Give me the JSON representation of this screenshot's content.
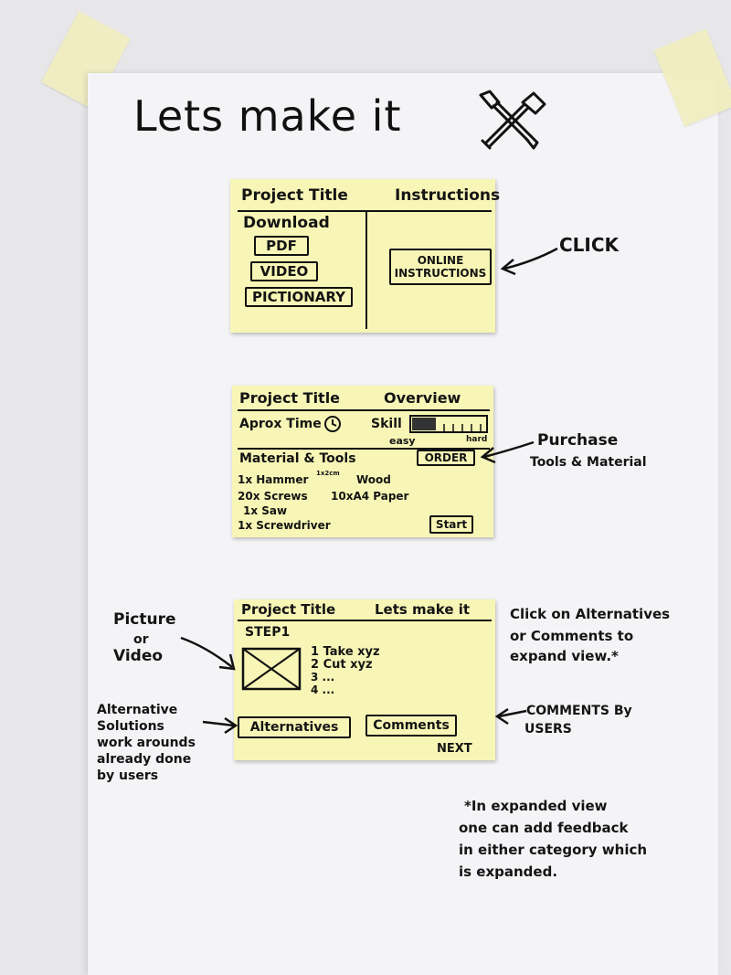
{
  "page": {
    "title": "Lets make it"
  },
  "note1": {
    "left_title": "Project Title",
    "right_title": "Instructions",
    "download_label": "Download",
    "pdf_button": "PDF",
    "video_button": "VIDEO",
    "pictionary_button": "PICTIONARY",
    "online_button_line1": "ONLINE",
    "online_button_line2": "INSTRUCTIONS"
  },
  "note2": {
    "left_title": "Project Title",
    "right_title": "Overview",
    "time_label": "Aprox Time",
    "skill_label": "Skill",
    "skill_easy": "easy",
    "skill_hard": "hard",
    "materials_label": "Material & Tools",
    "order_button": "ORDER",
    "items": {
      "hammer": "1x Hammer",
      "dimension": "1x2cm",
      "wood": "Wood",
      "screws": "20x Screws",
      "paper": "10xA4 Paper",
      "saw": "1x Saw",
      "screwdriver": "1x Screwdriver"
    },
    "start_button": "Start"
  },
  "note3": {
    "left_title": "Project Title",
    "right_title": "Lets make it",
    "step_label": "STEP1",
    "steps": [
      "1 Take xyz",
      "2 Cut xyz",
      "3 ...",
      "4 ..."
    ],
    "alternatives_button": "Alternatives",
    "comments_button": "Comments",
    "next_button": "NEXT"
  },
  "annotations": {
    "click": "CLICK",
    "purchase_line1": "Purchase",
    "purchase_line2": "Tools & Material",
    "picture": [
      "Picture",
      "or",
      "Video"
    ],
    "click_alt": [
      "Click on Alternatives",
      "or Comments to",
      "expand view.*"
    ],
    "alt_solutions": [
      "Alternative",
      "Solutions",
      "work arounds",
      "already done",
      "by users"
    ],
    "comments_by": [
      "COMMENTS By",
      "USERS"
    ],
    "footnote": [
      "*In expanded view",
      "one can add feedback",
      "in either category which",
      "is expanded."
    ]
  },
  "icons": {
    "tools": "hammer-and-screwdriver-icon",
    "clock": "clock-icon",
    "image_placeholder": "image-placeholder-icon"
  }
}
